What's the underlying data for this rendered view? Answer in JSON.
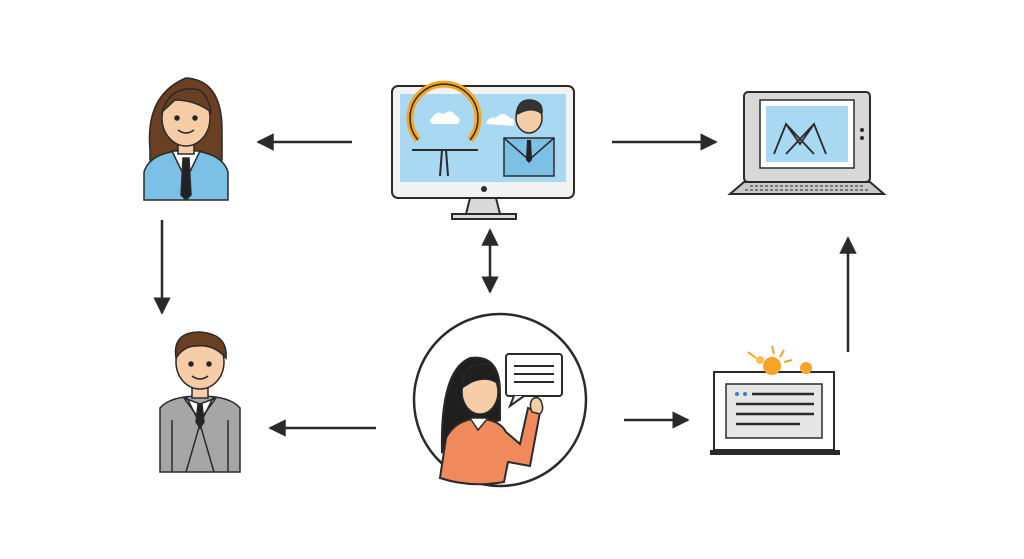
{
  "diagram": {
    "nodes": [
      {
        "id": "woman-business",
        "icon": "businesswoman-icon"
      },
      {
        "id": "desktop-monitor",
        "icon": "desktop-monitor-icon"
      },
      {
        "id": "laptop",
        "icon": "laptop-icon"
      },
      {
        "id": "man-business",
        "icon": "businessman-icon"
      },
      {
        "id": "presenter",
        "icon": "presenter-woman-icon"
      },
      {
        "id": "document-screen",
        "icon": "document-screen-icon"
      }
    ],
    "edges": [
      {
        "from": "desktop-monitor",
        "to": "woman-business"
      },
      {
        "from": "desktop-monitor",
        "to": "laptop"
      },
      {
        "from": "woman-business",
        "to": "man-business"
      },
      {
        "from": "desktop-monitor",
        "to": "presenter",
        "bidirectional": true
      },
      {
        "from": "presenter",
        "to": "man-business"
      },
      {
        "from": "presenter",
        "to": "document-screen"
      },
      {
        "from": "document-screen",
        "to": "laptop"
      }
    ],
    "colors": {
      "stroke": "#2a2a2a",
      "screen": "#a9d9f2",
      "shirt_blue": "#7cc0e6",
      "suit_gray": "#a6a6a6",
      "hair_brown": "#6b3f22",
      "skin": "#f6cda6",
      "presenter_shirt": "#f08a5d",
      "spark": "#f7a325"
    }
  }
}
